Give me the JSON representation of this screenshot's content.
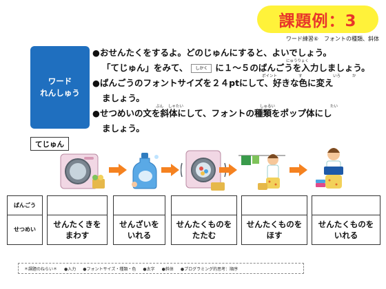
{
  "badge": {
    "text": "課題例：3"
  },
  "subtitle": "ワード練習⑥　フォントの種類、斜体",
  "tile": {
    "line1": "ワード",
    "line2": "れんしゅう"
  },
  "instructions": {
    "line1": "おせんたくをするよ。どのじゅんにすると、よいでしょう。",
    "line2_a": "「てじゅん」をみて、",
    "line2_hint": "しかく",
    "line2_b": "に１～５のばんごうを入力しましょう。",
    "line3": "ばんごうのフォントサイズを２４ptにして、好きな色に変え",
    "line4": "ましょう。",
    "line5": "せつめいの文を斜体にして、フォントの種類をポップ体にし",
    "line6": "ましょう。",
    "ruby": {
      "nyuuryoku": "にゅうりょく",
      "point": "ポイント",
      "su": "す",
      "iro": "いろ",
      "ka": "か",
      "bun": "ぶん",
      "shatai": "しゃたい",
      "shurui": "しゅるい",
      "tai": "たい"
    },
    "bullet": "●"
  },
  "tejun_label": "てじゅん",
  "icons": [
    "washing-machine-icon",
    "detergent-bottle-icon",
    "washing-machine-spinning-icon",
    "girl-hanging-laundry-icon",
    "girl-folding-clothes-icon"
  ],
  "colors": {
    "badge_bg": "#fff23a",
    "badge_text": "#e8352a",
    "tile_bg": "#1f6fbf",
    "arrow": "#f58220"
  },
  "table": {
    "row_label_number": "ばんごう",
    "row_label_desc": "せつめい",
    "columns": [
      {
        "line1": "せんたくきを",
        "line2": "まわす"
      },
      {
        "line1": "せんざいを",
        "line2": "いれる"
      },
      {
        "line1": "せんたくものを",
        "line2": "たたむ"
      },
      {
        "line1": "せんたくものを",
        "line2": "ほす"
      },
      {
        "line1": "せんたくものを",
        "line2": "いれる"
      }
    ]
  },
  "footer": {
    "items": [
      "＊課題のねらい＊",
      "●入力",
      "●フォントサイズ・種類・色",
      "●太字",
      "●斜体",
      "●プログラミング的思考：順序"
    ]
  }
}
